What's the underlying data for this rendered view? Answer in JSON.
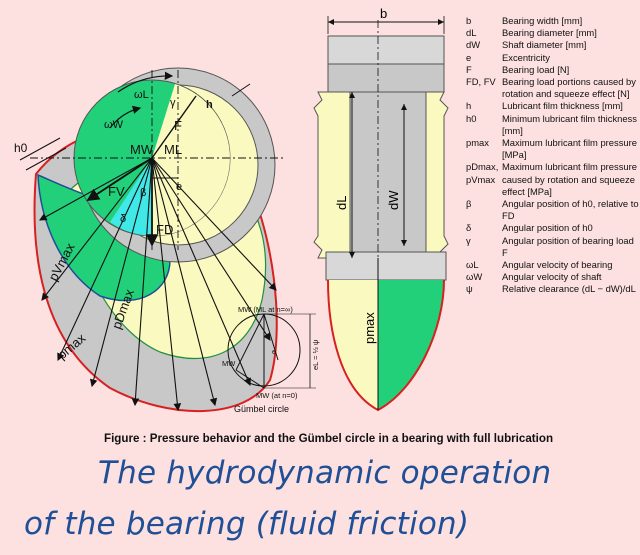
{
  "legend": [
    {
      "sym": "b",
      "text": "Bearing width [mm]"
    },
    {
      "sym": "dL",
      "text": "Bearing diameter [mm]"
    },
    {
      "sym": "dW",
      "text": "Shaft diameter [mm]"
    },
    {
      "sym": "e",
      "text": "Excentricity"
    },
    {
      "sym": "F",
      "text": "Bearing load [N]"
    },
    {
      "sym": "FD, FV",
      "text": "Bearing load portions caused by rotation and squeeze effect [N]"
    },
    {
      "sym": "h",
      "text": "Lubricant film thickness [mm]"
    },
    {
      "sym": "h0",
      "text": "Minimum lubricant film thickness [mm]"
    },
    {
      "sym": "pmax",
      "text": "Maximum lubricant film pressure [MPa]"
    },
    {
      "sym": "pDmax, pVmax",
      "text": "Maximum lubricant film pressure caused by rotation and squeeze effect [MPa]"
    },
    {
      "sym": "β",
      "text": "Angular position of h0, relative to FD"
    },
    {
      "sym": "δ",
      "text": "Angular position of h0"
    },
    {
      "sym": "γ",
      "text": "Angular position of bearing load F"
    },
    {
      "sym": "ωL",
      "text": "Angular velocity of bearing"
    },
    {
      "sym": "ωW",
      "text": "Angular velocity of shaft"
    },
    {
      "sym": "ψ",
      "text": "Relative clearance (dL − dW)/dL"
    }
  ],
  "diagram_labels": {
    "omega_l": "ωL",
    "omega_w": "ωW",
    "gamma": "γ",
    "h": "h",
    "f": "F",
    "mw": "MW",
    "ml": "ML",
    "h0": "h0",
    "fv": "FV",
    "beta": "β",
    "e": "e",
    "delta": "δ",
    "fd": "FD",
    "pvmax": "pVmax",
    "pdmax": "pDmax",
    "pmax": "pmax",
    "b": "b",
    "dl": "dL",
    "dw": "dW",
    "pmax_right": "pmax"
  },
  "gumbel": {
    "top_label": "MW (ML at n=∞)",
    "left_label": "MW",
    "bottom_label": "MW (at n=0)",
    "e_label": "e",
    "axis_label": "eL = ½ ψ",
    "title": "Gümbel circle"
  },
  "caption": "Figure : Pressure behavior and the Gümbel circle in a bearing with full lubrication",
  "title_line1": "The hydrodynamic operation",
  "title_line2": "of the bearing (fluid friction)",
  "colors": {
    "background": "#fde0e0",
    "green": "#22d07a",
    "yellow": "#fafac0",
    "gray": "#c8c8c8",
    "cyan": "#40e8e8",
    "red": "#d82020",
    "blue": "#1f4f96"
  }
}
